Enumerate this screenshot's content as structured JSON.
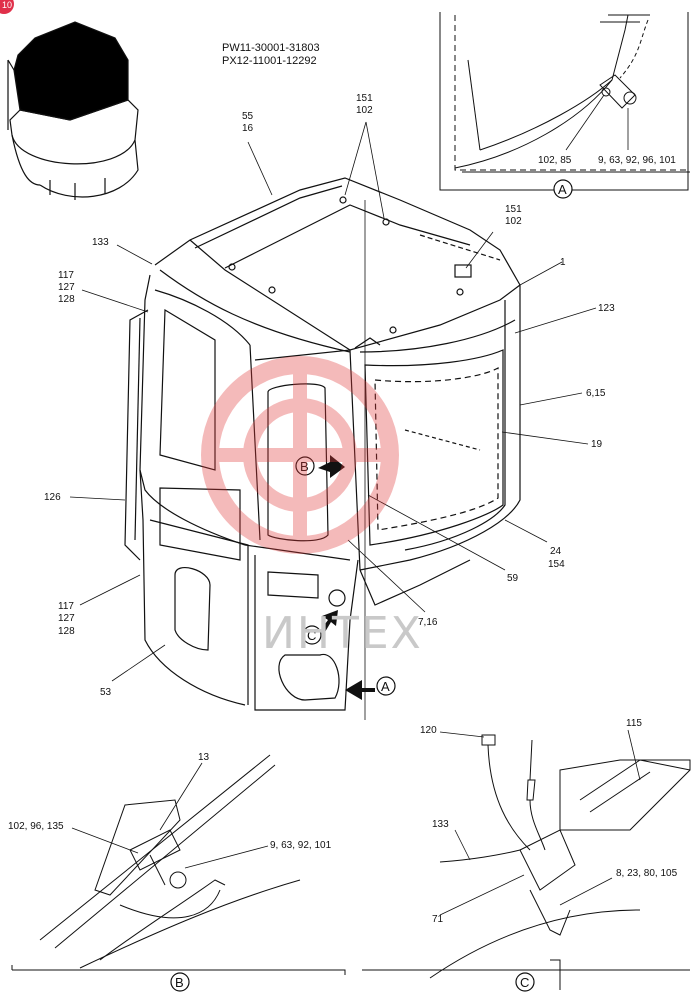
{
  "serial_numbers": [
    "PW11-30001-31803",
    "PX12-11001-12292"
  ],
  "watermark_text": "ИНТЕХ",
  "corner_badge": "10",
  "detail_circles": {
    "a": "A",
    "b": "B",
    "c": "C"
  },
  "main_labels": {
    "l55_16": [
      "55",
      "16"
    ],
    "l151_102_top": [
      "151",
      "102"
    ],
    "l151_102_right": [
      "151",
      "102"
    ],
    "l1": "1",
    "l123": "123",
    "l6_15": "6,15",
    "l19": "19",
    "l24_154": [
      "24",
      "154"
    ],
    "l59": "59",
    "l7_16": "7,16",
    "l133": "133",
    "l117_top": [
      "117",
      "127",
      "128"
    ],
    "l126": "126",
    "l117_bottom": [
      "117",
      "127",
      "128"
    ],
    "l53": "53"
  },
  "detail_a_labels": {
    "left": "102, 85",
    "right": "9, 63, 92, 96, 101"
  },
  "detail_b_labels": {
    "l13": "13",
    "left": "102, 96, 135",
    "right": "9, 63, 92, 101"
  },
  "detail_c_labels": {
    "l120": "120",
    "l115": "115",
    "l133": "133",
    "l71": "71",
    "right": "8, 23, 80, 105"
  },
  "colors": {
    "line": "#111111",
    "watermark_red": "#e23b3b",
    "badge": "#e0304a"
  }
}
